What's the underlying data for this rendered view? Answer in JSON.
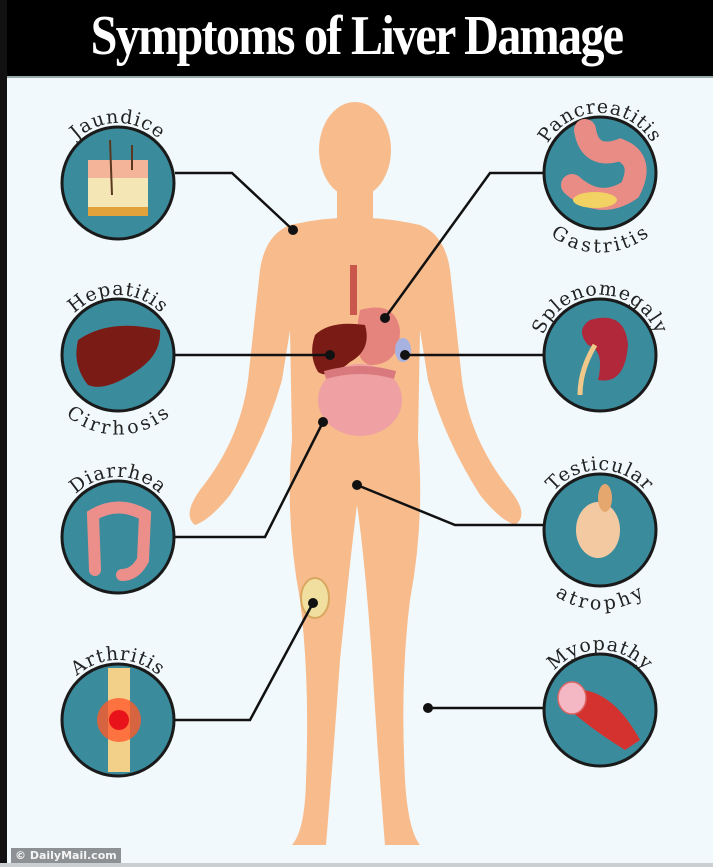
{
  "title": "Symptoms of Liver Damage",
  "credit": "© DailyMail.com",
  "colors": {
    "header": "#000000",
    "background": "#f1f9fc",
    "circle": "#3a8b9c",
    "body": "#f8bb8c",
    "line": "#111111"
  },
  "left": [
    {
      "top": "Jaundice",
      "bottom": "",
      "icon": "skin-layer-icon"
    },
    {
      "top": "Hepatitis",
      "bottom": "Cirrhosis",
      "icon": "liver-icon"
    },
    {
      "top": "Diarrhea",
      "bottom": "",
      "icon": "colon-icon"
    },
    {
      "top": "Arthritis",
      "bottom": "",
      "icon": "inflamed-knee-icon"
    }
  ],
  "right": [
    {
      "top": "Pancreatitis",
      "bottom": "Gastritis",
      "icon": "stomach-icon"
    },
    {
      "top": "Splenomegaly",
      "bottom": "",
      "icon": "spleen-icon"
    },
    {
      "top": "Testicular",
      "bottom": "atrophy",
      "icon": "testicle-icon"
    },
    {
      "top": "Myopathy",
      "bottom": "",
      "icon": "muscle-icon"
    }
  ]
}
